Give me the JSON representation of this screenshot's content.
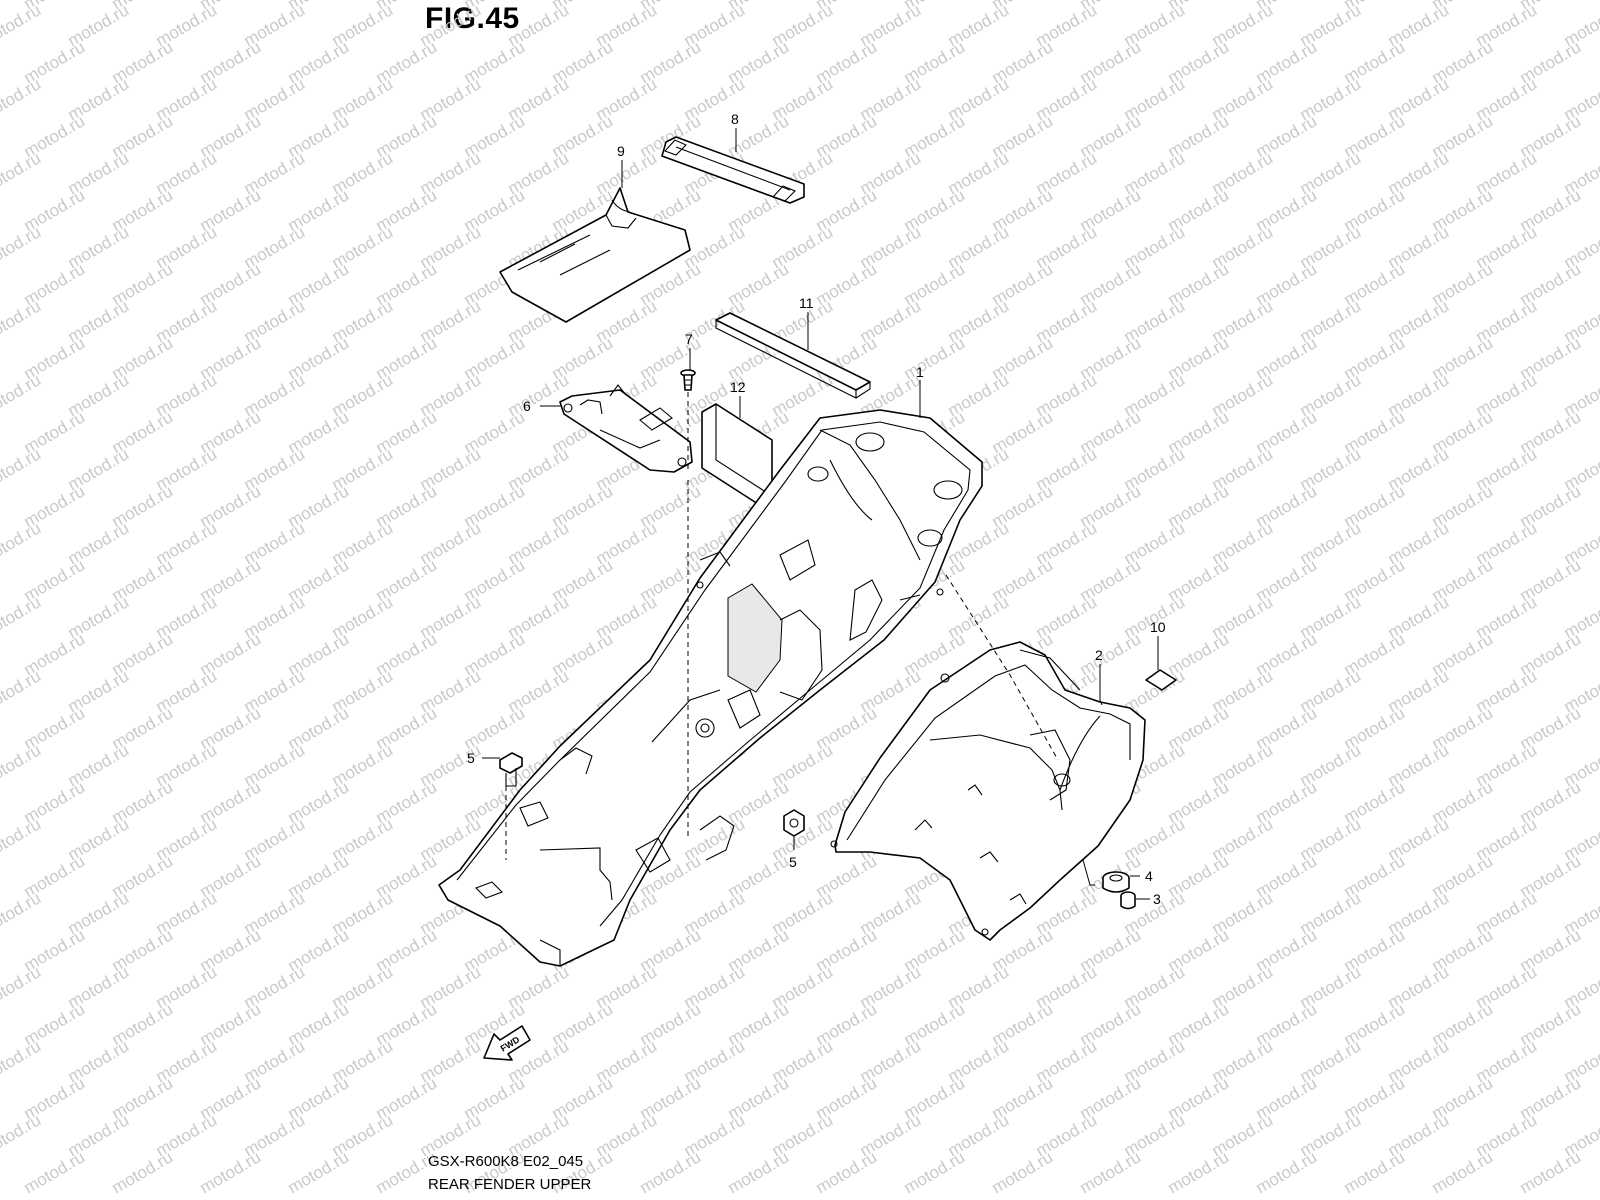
{
  "figure": {
    "title": "FIG.45",
    "model_code": "GSX-R600K8 E02_045",
    "section_name": "REAR FENDER UPPER",
    "watermark": "motod.ru",
    "direction_label": "FWD"
  },
  "callouts": [
    {
      "id": "1",
      "label": "1"
    },
    {
      "id": "2",
      "label": "2"
    },
    {
      "id": "3",
      "label": "3"
    },
    {
      "id": "4",
      "label": "4"
    },
    {
      "id": "5a",
      "label": "5"
    },
    {
      "id": "5b",
      "label": "5"
    },
    {
      "id": "6",
      "label": "6"
    },
    {
      "id": "7",
      "label": "7"
    },
    {
      "id": "8",
      "label": "8"
    },
    {
      "id": "9",
      "label": "9"
    },
    {
      "id": "10",
      "label": "10"
    },
    {
      "id": "11",
      "label": "11"
    },
    {
      "id": "12",
      "label": "12"
    }
  ]
}
